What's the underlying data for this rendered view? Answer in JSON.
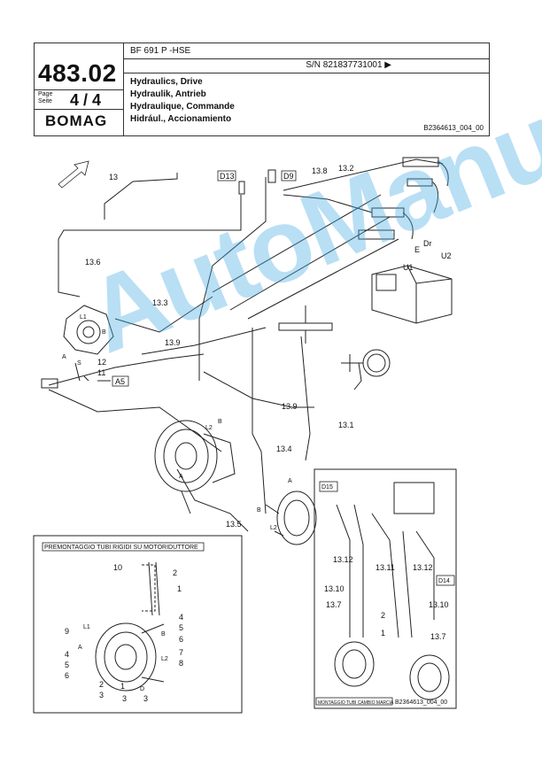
{
  "header": {
    "model": "BF 691 P -HSE",
    "serial": "S/N 821837731001  ▶",
    "doc_number": "483.02",
    "page_label_1": "Page",
    "page_label_2": "Seite",
    "page": "4 / 4",
    "logo": "BOMAG",
    "titles": [
      "Hydraulics, Drive",
      "Hydraulik, Antrieb",
      "Hydraulique, Commande",
      "Hidrául., Accionamiento"
    ],
    "drawing_ref": "B2364613_004_00"
  },
  "watermark": "AutoManual",
  "main_labels": {
    "l13": "13",
    "l13_8": "13.8",
    "l13_2": "13.2",
    "d13": "D13",
    "d9": "D9",
    "l13_6": "13.6",
    "l13_3": "13.3",
    "l13_9a": "13.9",
    "l13_9b": "13.9",
    "l13_1": "13.1",
    "l13_4": "13.4",
    "l13_5": "13.5",
    "l12": "12",
    "l11": "11",
    "a5": "A5",
    "u1": "U1",
    "u2": "U2",
    "e": "E",
    "dr": "Dr",
    "l1": "L1",
    "b": "B",
    "s": "S",
    "a": "A",
    "l2": "L2",
    "b2": "B",
    "a2": "A",
    "l2b": "L2",
    "b3": "B",
    "a3": "A"
  },
  "inset_left": {
    "caption": "PREMONTAGGIO TUBI RIGIDI SU MOTORIDUTTORE",
    "labels": [
      "10",
      "2",
      "1",
      "4",
      "5",
      "9",
      "L1",
      "B",
      "6",
      "4",
      "A",
      "5",
      "7",
      "L2",
      "8",
      "6",
      "2",
      "1",
      "3",
      "3",
      "D",
      "3"
    ]
  },
  "inset_right": {
    "caption": "MONTAGGIO TUBI CAMBIO MARCIA",
    "ref": "B2364613_004_00",
    "labels": [
      "D15",
      "13.12",
      "13.11",
      "13.12",
      "D14",
      "13.10",
      "13.10",
      "13.7",
      "2",
      "1",
      "13.7"
    ]
  }
}
